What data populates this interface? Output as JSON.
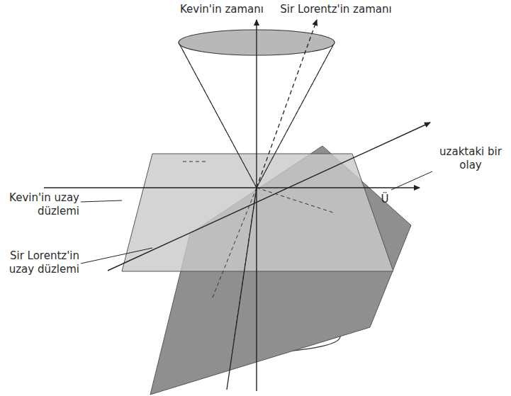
{
  "diagram": {
    "labels": [
      "Kevin'in zamanı",
      "Sir Lorentz'in zamanı",
      "uzaktaki bir olay",
      "Ü",
      "Kevin'in uzay düzlemi",
      "Sir Lorentz'in uzay düzlemi"
    ]
  }
}
